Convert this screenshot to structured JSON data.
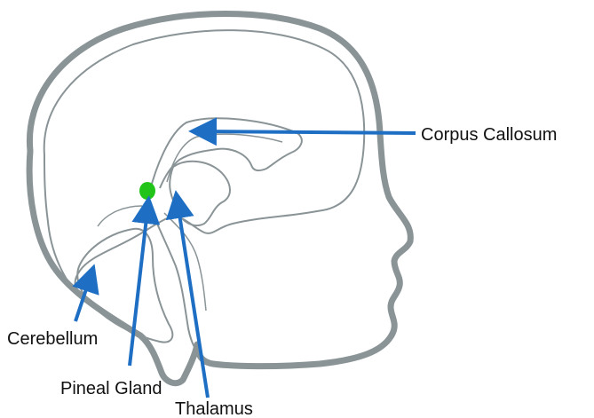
{
  "labels": {
    "corpus_callosum": "Corpus Callosum",
    "cerebellum": "Cerebellum",
    "pineal_gland": "Pineal Gland",
    "thalamus": "Thalamus"
  },
  "colors": {
    "skull_outline": "#8a9497",
    "brain_lines": "#8a9497",
    "arrow": "#1e6fc4",
    "pineal_gland_fill": "#22c41a",
    "text": "#111111",
    "background": "#ffffff"
  }
}
